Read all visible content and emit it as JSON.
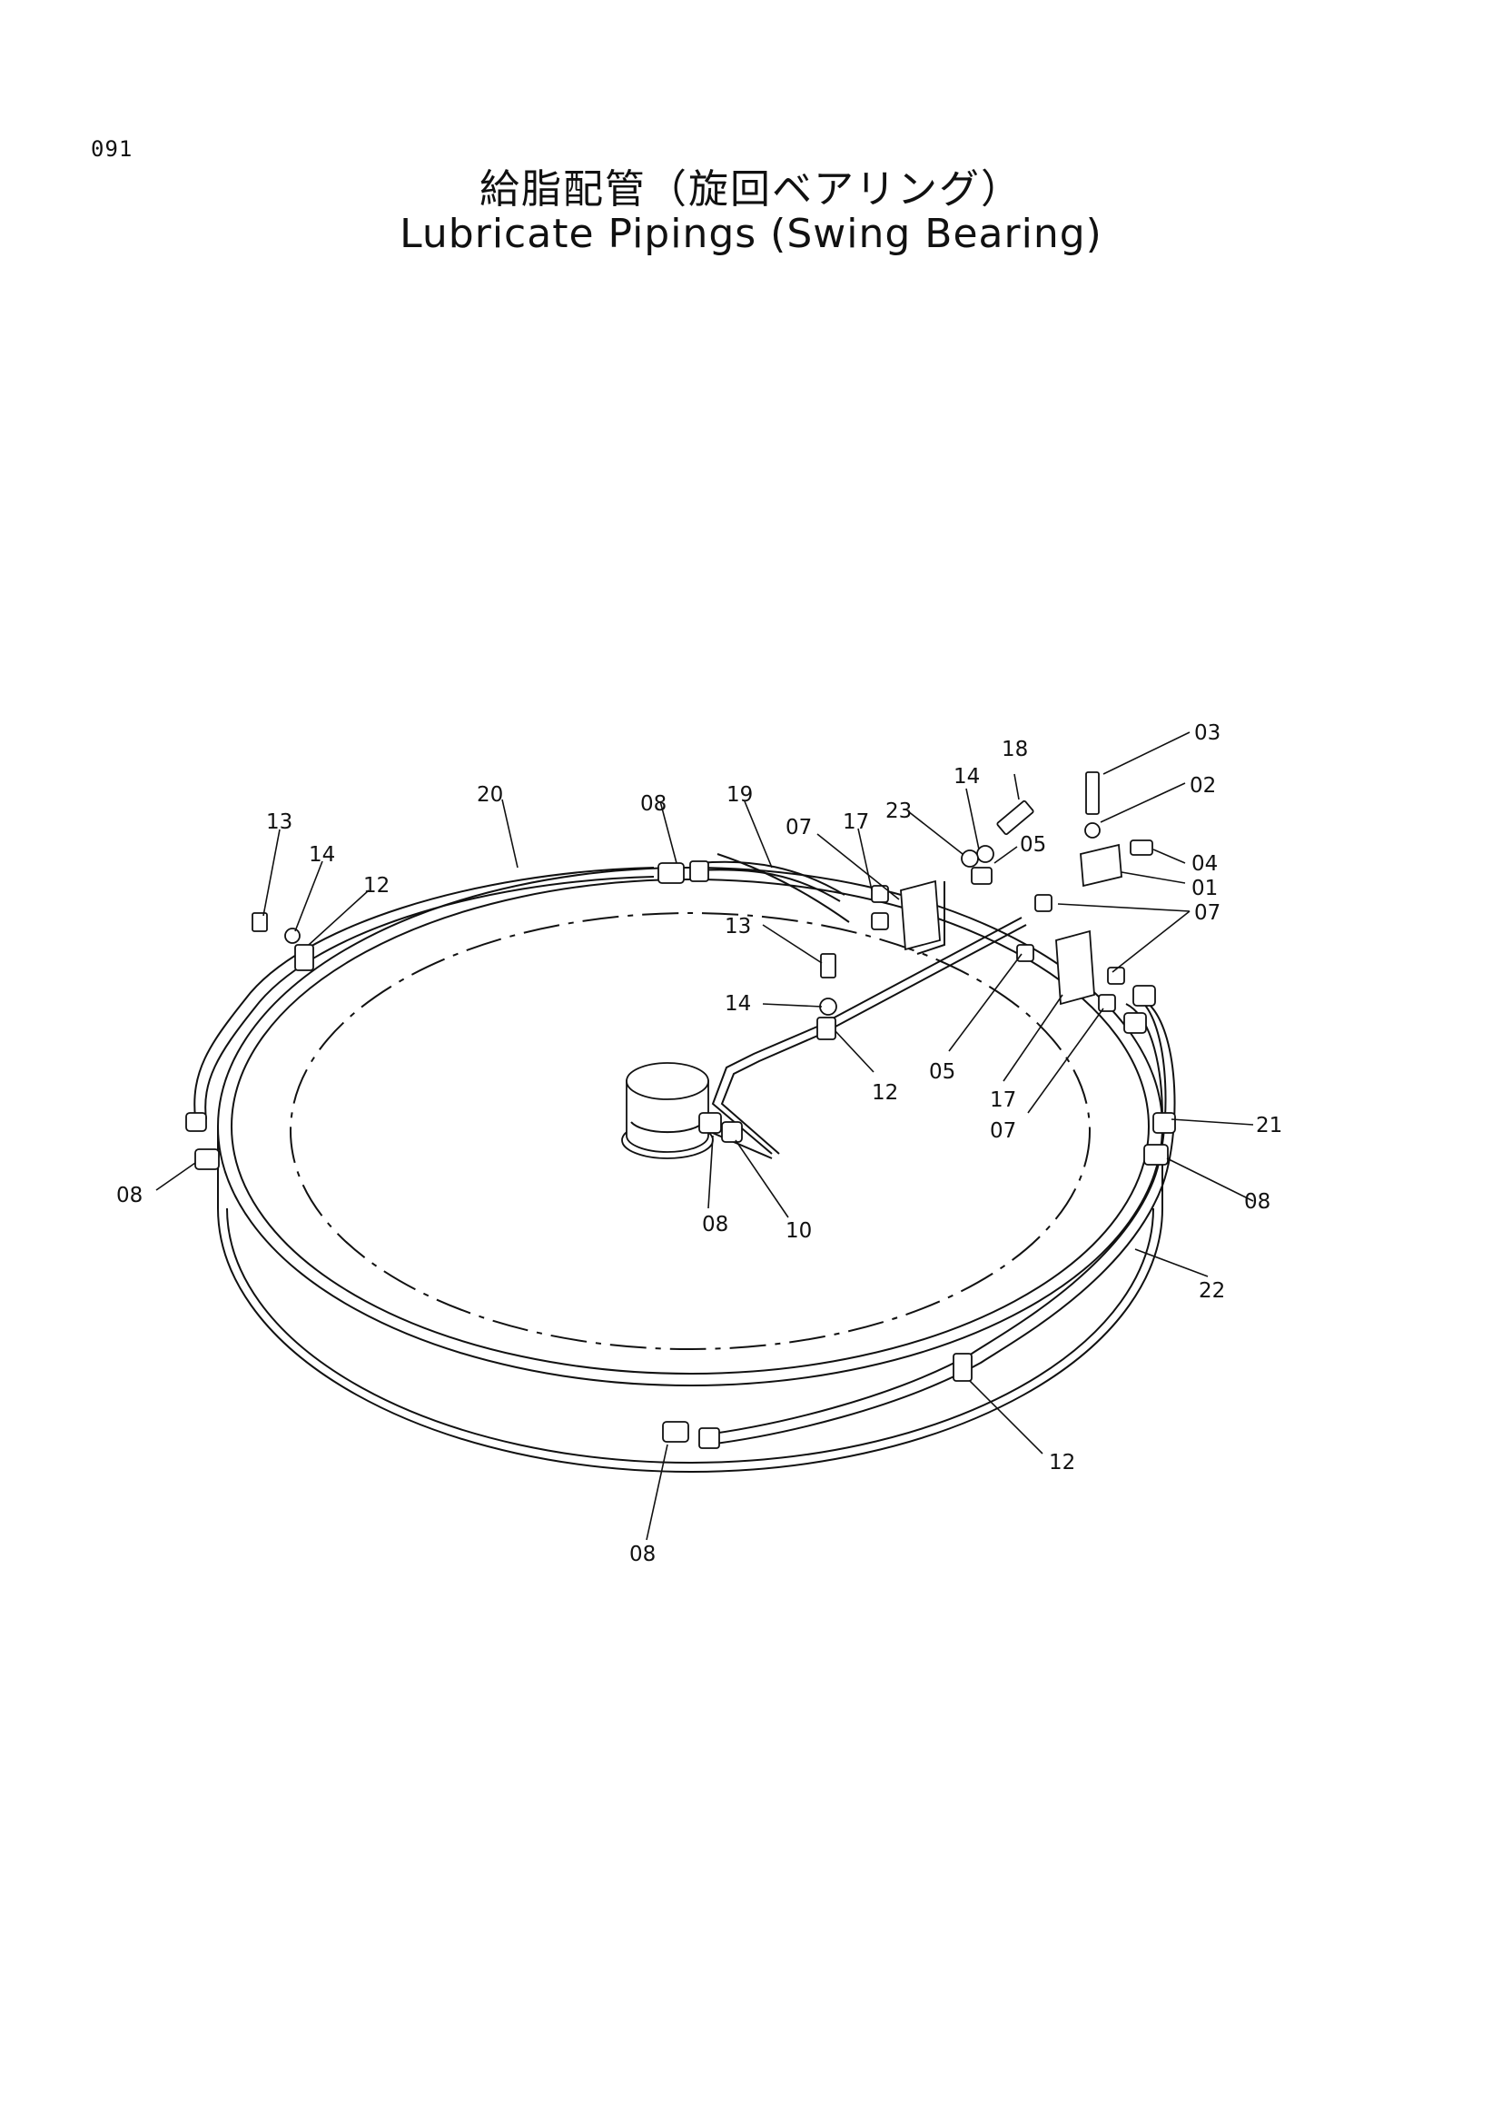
{
  "page_number": "091",
  "title_jp": "給脂配管（旋回ベアリング）",
  "title_en": "Lubricate Pipings (Swing Bearing)",
  "callouts": {
    "c01": "01",
    "c02": "02",
    "c03": "03",
    "c04": "04",
    "c05a": "05",
    "c05b": "05",
    "c07a": "07",
    "c07b": "07",
    "c07c": "07",
    "c08a": "08",
    "c08b": "08",
    "c08c": "08",
    "c08d": "08",
    "c08e": "08",
    "c10": "10",
    "c12a": "12",
    "c12b": "12",
    "c12c": "12",
    "c13a": "13",
    "c13b": "13",
    "c14a": "14",
    "c14b": "14",
    "c14c": "14",
    "c17a": "17",
    "c17b": "17",
    "c18": "18",
    "c19": "19",
    "c20": "20",
    "c21": "21",
    "c22": "22",
    "c23": "23"
  }
}
